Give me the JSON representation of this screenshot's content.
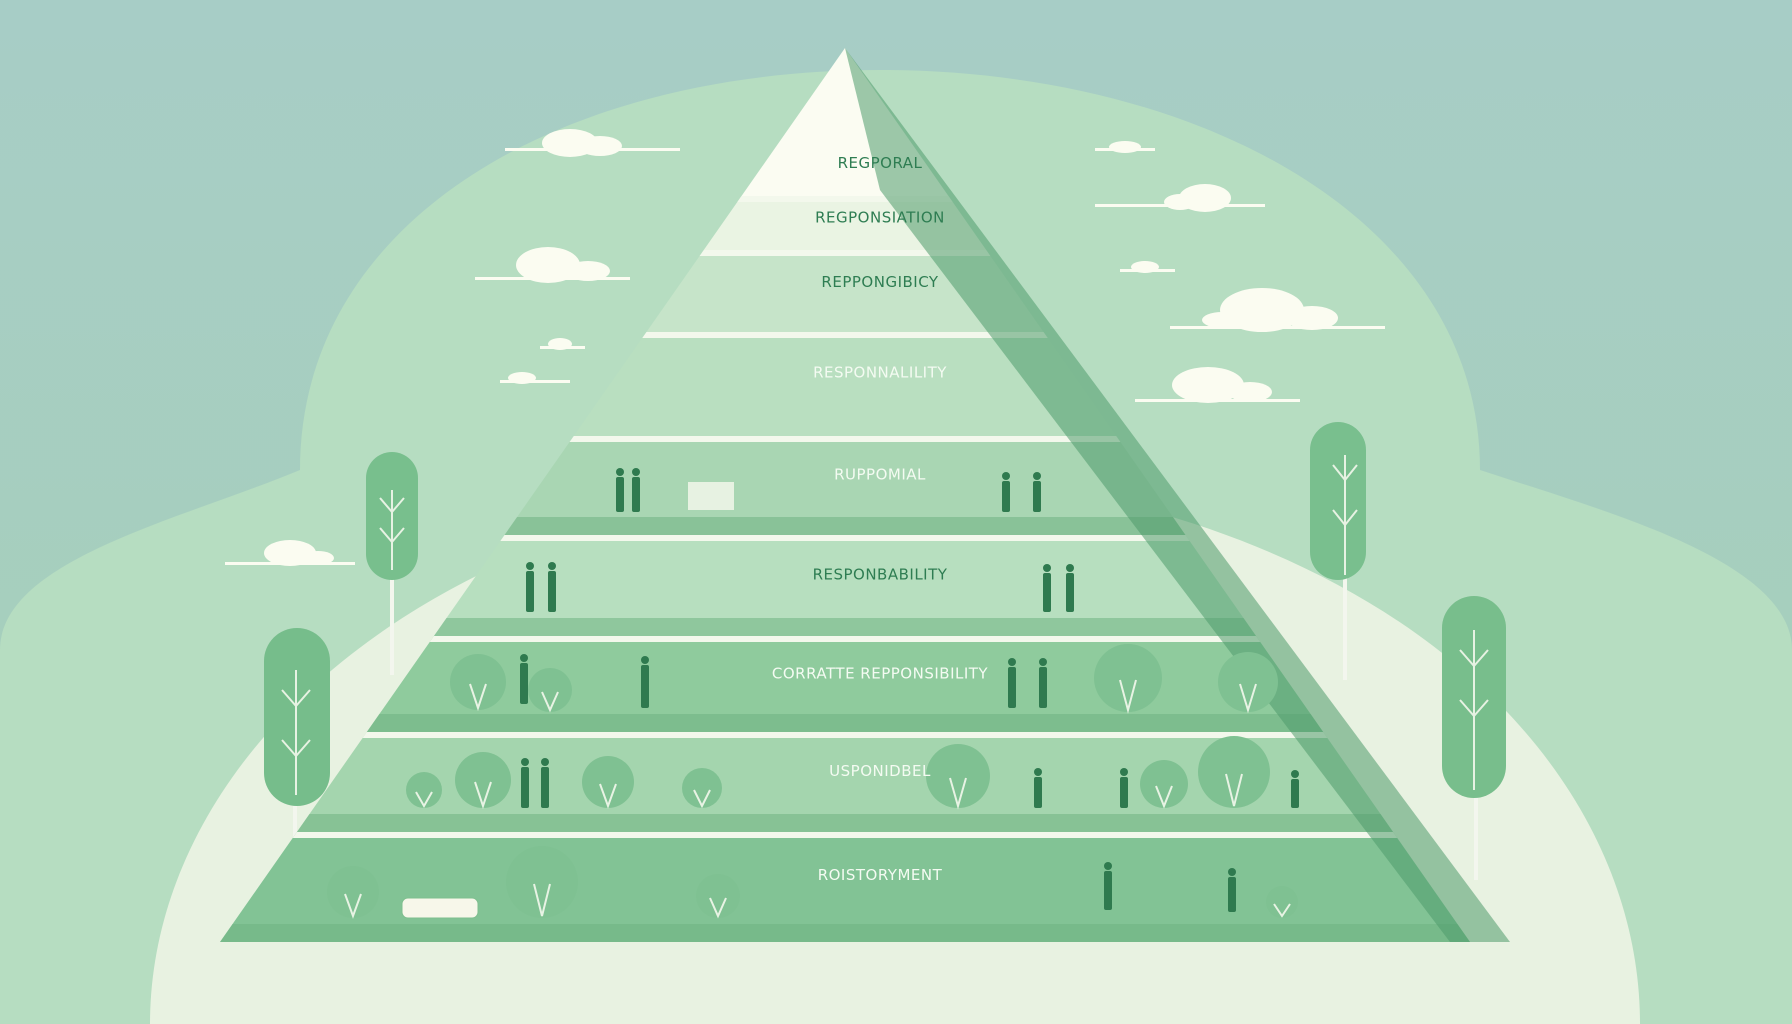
{
  "pyramid": {
    "tiers": [
      {
        "label": "REGPORAL"
      },
      {
        "label": "REGPONSIATION"
      },
      {
        "label": "REPPONGIBICY"
      },
      {
        "label": "RESPONNALILITY"
      },
      {
        "label": "RUPPOMIAL"
      },
      {
        "label": "RESPONBABILITY"
      },
      {
        "label": "CORRATTE REPPONSIBILITY"
      },
      {
        "label": "USPONIDBEL"
      },
      {
        "label": "ROISTORYMENT"
      }
    ]
  },
  "colors": {
    "sky": "#a9cfc2",
    "hill": "#b5dcc0",
    "ground": "#e9f2e2",
    "tier_light": "#d9ecd5",
    "tier_mid": "#a8d6b0",
    "tier_dark": "#74bb87",
    "shadow": "#4f9a6c",
    "figure": "#2f7a4f",
    "label_light": "#2e7d52",
    "label_dark": "#f4fbf2",
    "cloud": "#fbfcf2"
  }
}
